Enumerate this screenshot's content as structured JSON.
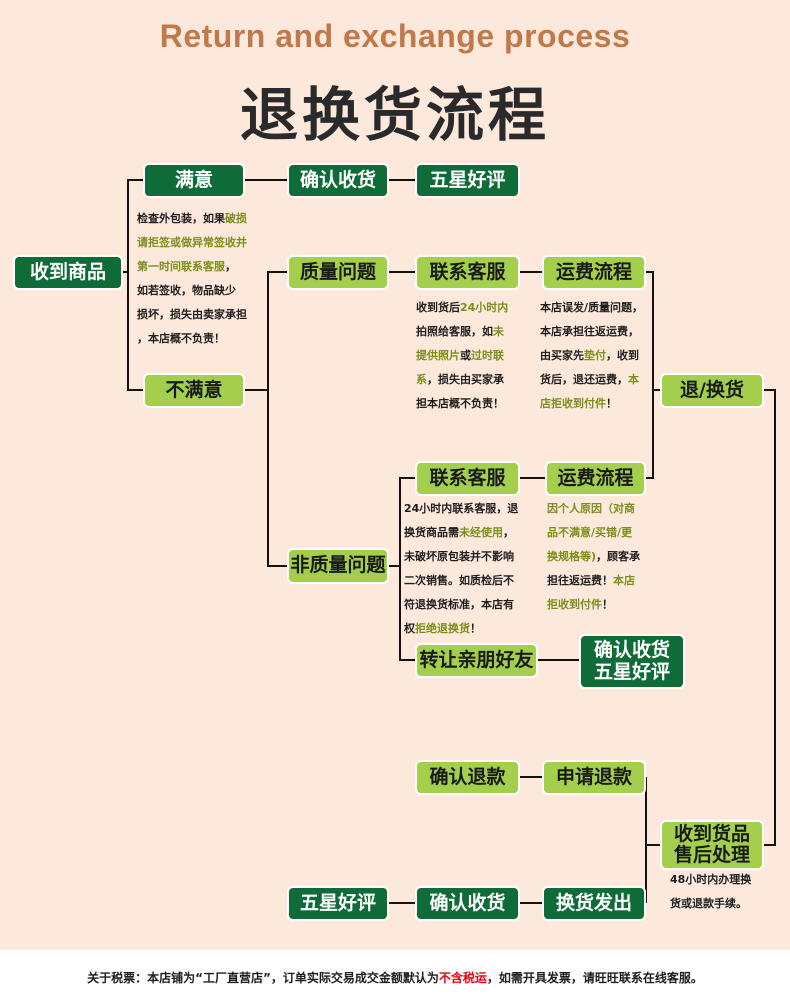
{
  "title_en": "Return and exchange process",
  "title_zh": "退换货流程",
  "nodes": {
    "received": "收到商品",
    "satisfied": "满意",
    "confirm1": "确认收货",
    "fivestar1": "五星好评",
    "unsatisfied": "不满意",
    "quality": "质量问题",
    "contact1": "联系客服",
    "freight1": "运费流程",
    "return_exchange": "退/换货",
    "contact2": "联系客服",
    "freight2": "运费流程",
    "nonquality": "非质量问题",
    "transfer": "转让亲朋好友",
    "confirm_star": "确认收货\n五星好评",
    "confirm_refund": "确认退款",
    "apply_refund": "申请退款",
    "after_sale": "收到货品\n售后处理",
    "fivestar2": "五星好评",
    "confirm2": "确认收货",
    "ship": "换货发出"
  },
  "notes": {
    "n1": [
      [
        {
          "t": "检查外包装，如果"
        },
        {
          "t": "破损",
          "c": "g"
        }
      ],
      [
        {
          "t": "请拒签或做异常签收并",
          "c": "g"
        }
      ],
      [
        {
          "t": "第一时间联系客服",
          "c": "g"
        },
        {
          "t": "，"
        }
      ],
      [
        {
          "t": "如若签收，物品缺少"
        }
      ],
      [
        {
          "t": "损坏，损失由卖家承担"
        }
      ],
      [
        {
          "t": "，本店概不负责！"
        }
      ]
    ],
    "n2": [
      [
        {
          "t": "收到货后"
        },
        {
          "t": "24小时内",
          "c": "g"
        }
      ],
      [
        {
          "t": "拍照给客服，如"
        },
        {
          "t": "未",
          "c": "g"
        }
      ],
      [
        {
          "t": "提供照片",
          "c": "g"
        },
        {
          "t": "或"
        },
        {
          "t": "过时联",
          "c": "g"
        }
      ],
      [
        {
          "t": "系",
          "c": "g"
        },
        {
          "t": "，损失由买家承"
        }
      ],
      [
        {
          "t": "担本店概不负责！"
        }
      ]
    ],
    "n3": [
      [
        {
          "t": "本店误发/质量问题，"
        }
      ],
      [
        {
          "t": "本店承担往返运费，"
        }
      ],
      [
        {
          "t": "由买家先"
        },
        {
          "t": "垫付",
          "c": "g"
        },
        {
          "t": "，收到"
        }
      ],
      [
        {
          "t": "货后，退还运费，"
        },
        {
          "t": "本",
          "c": "g"
        }
      ],
      [
        {
          "t": "店拒收到付件",
          "c": "g"
        },
        {
          "t": "！"
        }
      ]
    ],
    "n4": [
      [
        {
          "t": "24小时内联系客服，退"
        }
      ],
      [
        {
          "t": "换货商品需"
        },
        {
          "t": "未经使用",
          "c": "g"
        },
        {
          "t": "，"
        }
      ],
      [
        {
          "t": "未破坏原包装并不影响"
        }
      ],
      [
        {
          "t": "二次销售。如质检后不"
        }
      ],
      [
        {
          "t": "符退换货标准，本店有"
        }
      ],
      [
        {
          "t": "权"
        },
        {
          "t": "拒绝退换货",
          "c": "g"
        },
        {
          "t": "！"
        }
      ]
    ],
    "n5": [
      [
        {
          "t": "因个人原因（对商",
          "c": "g"
        }
      ],
      [
        {
          "t": "品不满意/买错/更",
          "c": "g"
        }
      ],
      [
        {
          "t": "换规格等)",
          "c": "g"
        },
        {
          "t": "，顾客承"
        }
      ],
      [
        {
          "t": "担往返运费！"
        },
        {
          "t": "本店",
          "c": "g"
        }
      ],
      [
        {
          "t": "拒收到付件",
          "c": "g"
        },
        {
          "t": "！"
        }
      ]
    ],
    "n6": [
      [
        {
          "t": "48小时内办理换"
        }
      ],
      [
        {
          "t": "货或退款手续。"
        }
      ]
    ]
  },
  "footer": [
    {
      "t": "关于税票：本店铺为“工厂直营店”，订单实际交易成交金额默认为"
    },
    {
      "t": "不含税运",
      "c": "r"
    },
    {
      "t": "，如需开具发票，请旺旺联系在线客服。"
    }
  ],
  "colors": {
    "dark_green": "#0f6b38",
    "light_green": "#a3cf4c",
    "note_green": "#7b8f1d",
    "red": "#e60012",
    "background": "#fde9dc",
    "title_orange": "#c0794a"
  }
}
